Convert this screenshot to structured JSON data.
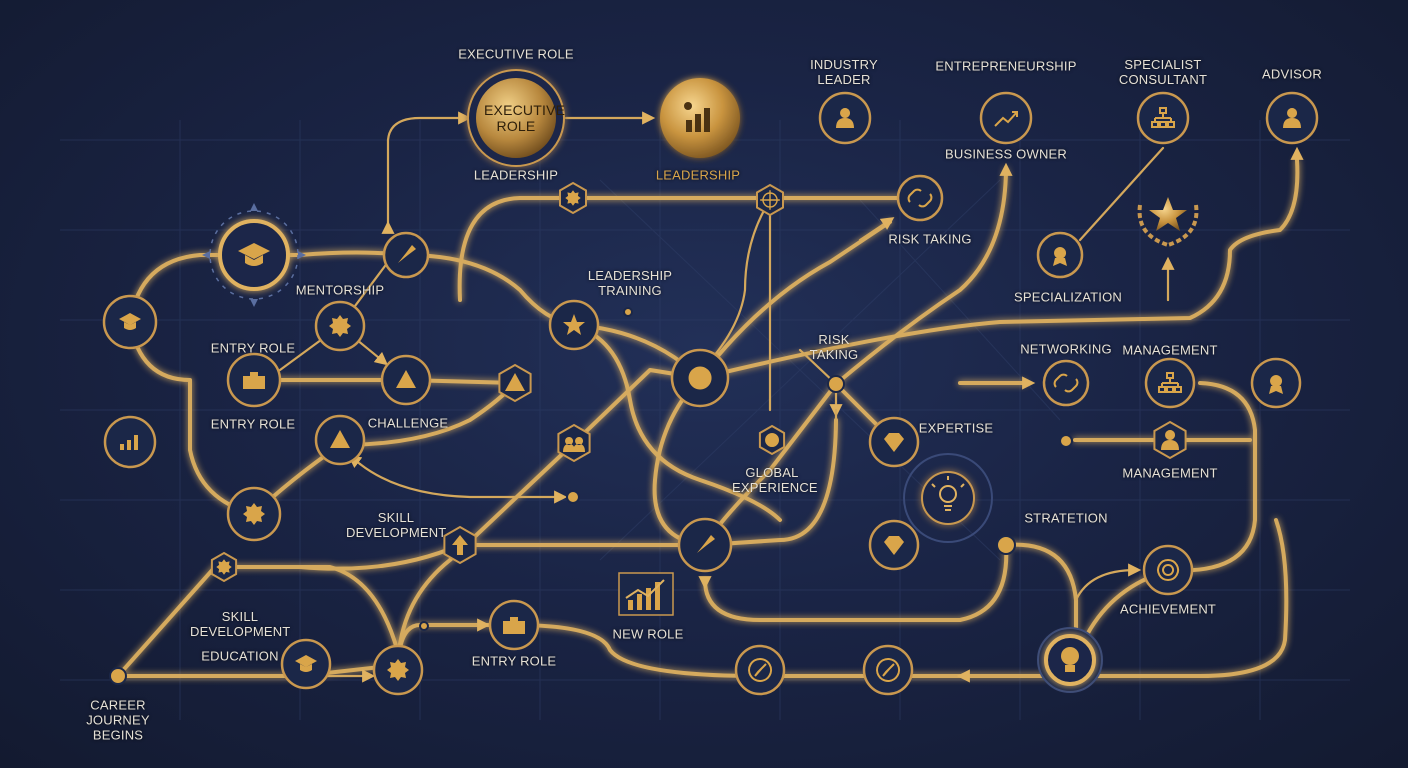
{
  "colors": {
    "background": "#1a2445",
    "path_gold": "#e0b260",
    "node_fill": "#1b2748",
    "node_ring": "#c9984f",
    "icon_gold": "#d9a54a"
  },
  "labels": {
    "executive_role_top": "EXECUTIVE ROLE",
    "executive_role_badge": "EXECUTIVE ROLE",
    "industry_leader": "INDUSTRY LEADER",
    "entrepreneurship": "ENTREPRENEURSHIP",
    "specialist_consultant": "SPECIALIST CONSULTANT",
    "advisor": "ADVISOR",
    "leadership_left": "LEADERSHIP",
    "leadership_gold": "LEADERSHIP",
    "business_owner": "BUSINESS OWNER",
    "risk_taking_top": "RISK TAKING",
    "leadership_training": "LEADERSHIP TRAINING",
    "mentorship": "MENTORSHIP",
    "specialization": "SPECIALIZATION",
    "entry_role_upper": "ENTRY ROLE",
    "entry_role_lower": "ENTRY ROLE",
    "challenge": "CHALLENGE",
    "risk_taking_mid": "RISK TAKING",
    "networking": "NETWORKING",
    "management_upper": "MANAGEMENT",
    "management_lower": "MANAGEMENT",
    "expertise": "EXPERTISE",
    "global_experience": "GLOBAL EXPERIENCE",
    "skill_development_mid": "SKILL DEVELOPMENT",
    "stratetion": "STRATETION",
    "skill_development_low": "SKILL DEVELOPMENT",
    "education": "EDUCATION",
    "new_role": "NEW ROLE",
    "entry_role_bottom": "ENTRY ROLE",
    "achievement": "ACHIEVEMENT",
    "career_journey_begins": "CAREER JOURNEY BEGINS"
  }
}
